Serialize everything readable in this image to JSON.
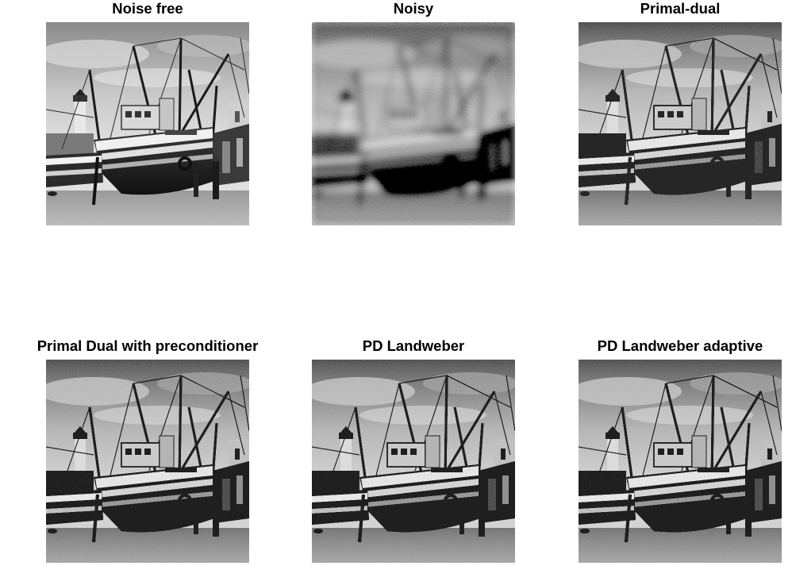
{
  "figure": {
    "panels": [
      {
        "id": "noise-free",
        "title": "Noise free",
        "render": {
          "blur": 0,
          "noise": 0
        }
      },
      {
        "id": "noisy",
        "title": "Noisy",
        "render": {
          "blur": 5,
          "noise": 0.55
        }
      },
      {
        "id": "primal-dual",
        "title": "Primal-dual",
        "render": {
          "blur": 0,
          "noise": 0.25
        }
      },
      {
        "id": "primal-dual-preconditioner",
        "title": "Primal Dual with preconditioner",
        "render": {
          "blur": 0,
          "noise": 0.3
        }
      },
      {
        "id": "pd-landweber",
        "title": "PD Landweber",
        "render": {
          "blur": 0,
          "noise": 0.3
        }
      },
      {
        "id": "pd-landweber-adaptive",
        "title": "PD Landweber adaptive",
        "render": {
          "blur": 0,
          "noise": 0.3
        }
      }
    ]
  }
}
